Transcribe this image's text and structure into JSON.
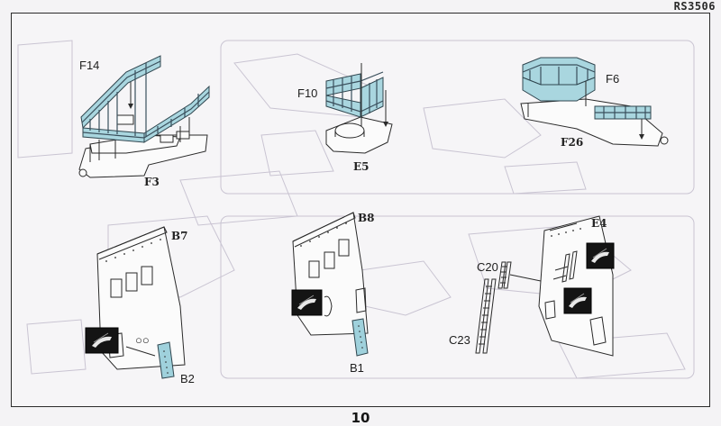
{
  "header": {
    "code": "RS3506"
  },
  "footer": {
    "page_number": "10"
  },
  "colors": {
    "photo_etch": "#a9d6df",
    "ink": "#2a2a2a",
    "ghost": "#c9c4d2"
  },
  "step1": {
    "part_F14": "F14",
    "part_F3": "F3",
    "part_F10": "F10",
    "part_E5": "E5",
    "part_F6": "F6",
    "part_F26": "F26"
  },
  "step2": {
    "part_B7": "B7",
    "part_B2": "B2",
    "part_B8": "B8",
    "part_B1": "B1",
    "part_E4": "E4",
    "part_C20": "C20",
    "part_C23": "C23",
    "note_icons": [
      "bend-icon",
      "bend-icon",
      "bend-icon",
      "bend-icon"
    ]
  }
}
